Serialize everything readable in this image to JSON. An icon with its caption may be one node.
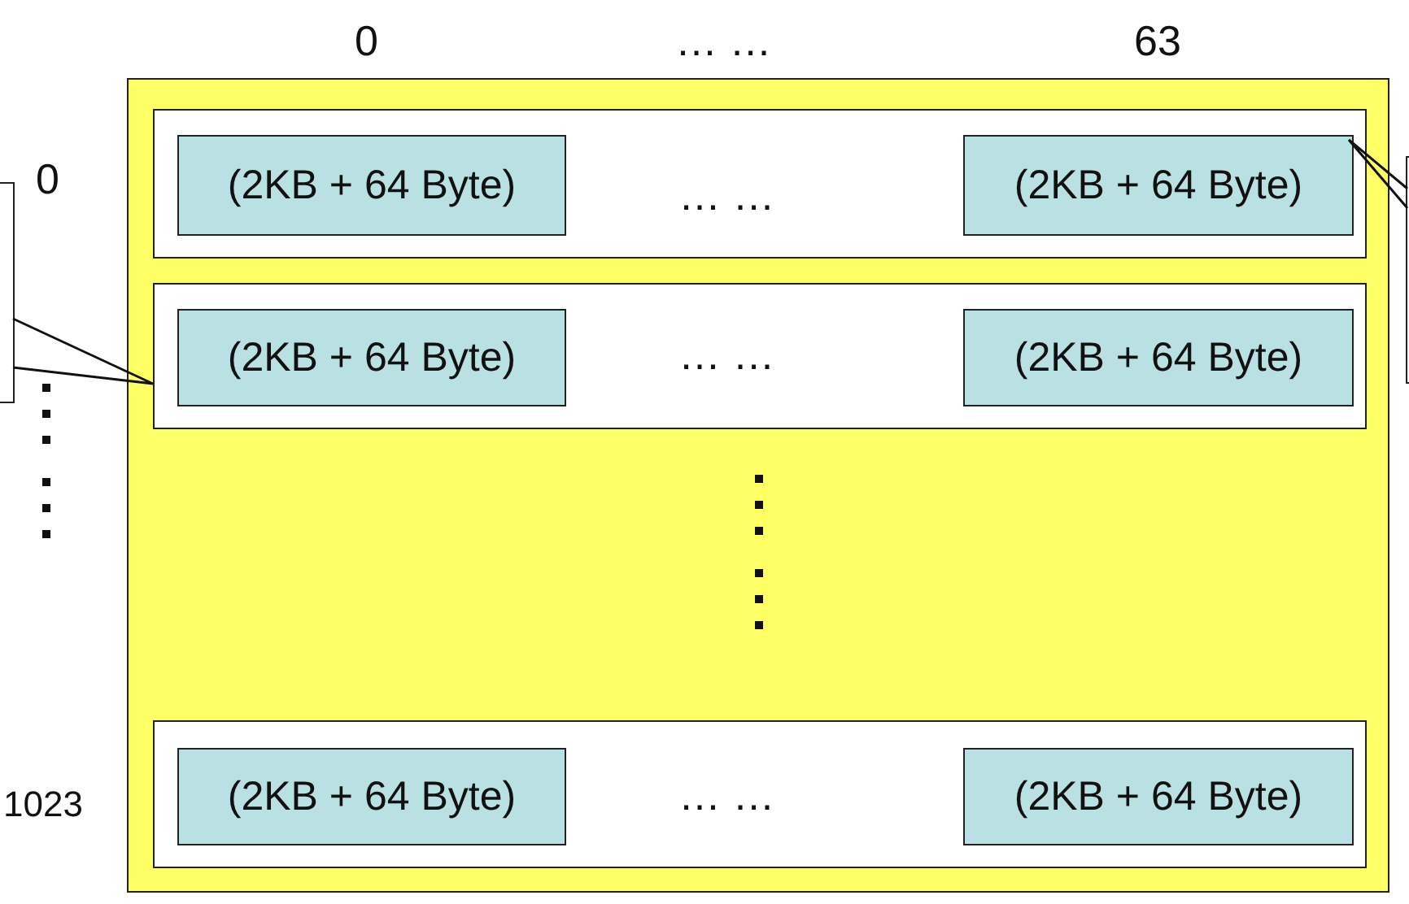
{
  "diagram": {
    "nodes": [
      {
        "text": [],
        "shape": "box"
      },
      {
        "text": [],
        "in": 0,
        "shape": "box"
      },
      {
        "text": [
          "(2KB + 64 Byte)"
        ],
        "in": 1
      },
      {
        "text": [
          "(2KB + 64 Byte)"
        ],
        "in": 1
      },
      {
        "text": [],
        "in": 0,
        "shape": "box"
      },
      {
        "text": [
          "(2KB + 64 Byte)"
        ],
        "in": 4
      },
      {
        "text": [
          "(2KB + 64 Byte)"
        ],
        "in": 4
      },
      {
        "text": [],
        "in": 0,
        "shape": "box"
      },
      {
        "text": [
          "(2KB + 64 Byte)"
        ],
        "in": 7
      },
      {
        "text": [
          "(2KB + 64 Byte)"
        ],
        "in": 7
      },
      {
        "text": [],
        "shape": "callout"
      },
      {
        "text": [],
        "shape": "callout"
      }
    ],
    "edges": [
      {
        "from": 10,
        "to": 4,
        "arrow": "none"
      },
      {
        "from": 11,
        "to": 3,
        "arrow": "none"
      }
    ],
    "labels": [
      "0",
      "… …",
      "63",
      "0",
      "… …",
      "… …",
      "… …",
      "1023"
    ]
  }
}
